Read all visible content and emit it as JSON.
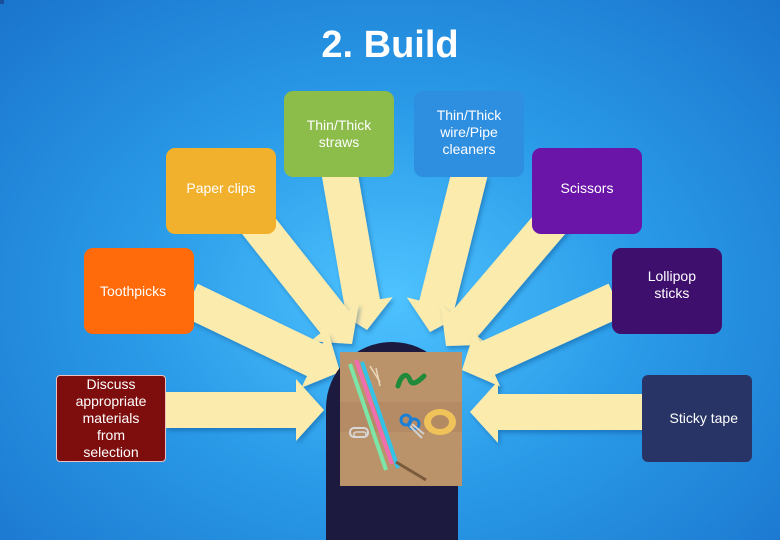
{
  "title": "2. Build",
  "materials": {
    "straws": "Thin/Thick straws",
    "wire": [
      "Thin/Thick",
      "wire/Pipe",
      "cleaners"
    ],
    "paper_clips": "Paper clips",
    "scissors": "Scissors",
    "toothpicks": "Toothpicks",
    "lollipop": [
      "Lollipop",
      "sticks"
    ],
    "discuss": [
      "Discuss",
      "appropriate",
      "materials",
      "from",
      "selection"
    ],
    "sticky_tape": "Sticky tape"
  },
  "colors": {
    "straws": "#8cbc4a",
    "wire": "#2e8ee0",
    "paper_clips": "#f1b12c",
    "scissors": "#6a14a8",
    "toothpicks": "#ff6a0a",
    "lollipop": "#3f0f6e",
    "discuss": "#7e0e0e",
    "sticky_tape": "#283466",
    "arrow": "#fbecae"
  }
}
